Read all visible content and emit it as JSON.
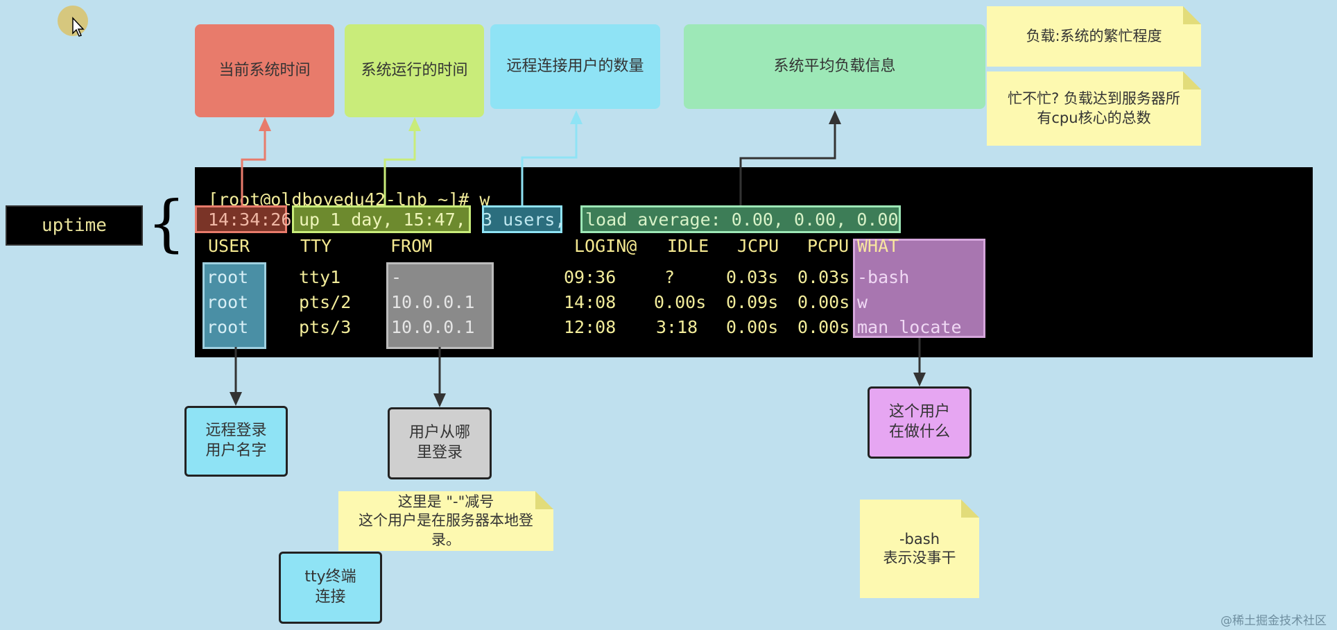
{
  "command_label": "uptime",
  "terminal": {
    "prompt": "[root@oldboyedu42-lnb ~]# w",
    "uptime_line": {
      "time": "14:34:26",
      "up": "up 1 day, 15:47,",
      "users": "3 users,",
      "load": "load average: 0.00, 0.00, 0.00"
    },
    "columns": [
      "USER",
      "TTY",
      "FROM",
      "LOGIN@",
      "IDLE",
      "JCPU",
      "PCPU",
      "WHAT"
    ],
    "rows": [
      {
        "user": "root",
        "tty": "tty1",
        "from": "-",
        "login": "09:36",
        "idle": "?",
        "jcpu": "0.03s",
        "pcpu": "0.03s",
        "what": "-bash"
      },
      {
        "user": "root",
        "tty": "pts/2",
        "from": "10.0.0.1",
        "login": "14:08",
        "idle": "0.00s",
        "jcpu": "0.09s",
        "pcpu": "0.00s",
        "what": "w"
      },
      {
        "user": "root",
        "tty": "pts/3",
        "from": "10.0.0.1",
        "login": "12:08",
        "idle": "3:18",
        "jcpu": "0.00s",
        "pcpu": "0.00s",
        "what": "man locate"
      }
    ]
  },
  "top_labels": {
    "current_time": "当前系统时间",
    "uptime": "系统运行的时间",
    "remote_users": "远程连接用户的数量",
    "load_avg": "系统平均负载信息"
  },
  "notes": {
    "load_meaning": "负载:系统的繁忙程度",
    "load_busy": "忙不忙? 负载达到服务器所\n有cpu核心的总数",
    "dash_meaning": "这里是 \"-\"减号\n这个用户是在服务器本地登\n录。",
    "bash_meaning": "-bash\n表示没事干"
  },
  "bottom_labels": {
    "user_name": "远程登录\n用户名字",
    "from_where": "用户从哪\n里登录",
    "what_doing": "这个用户\n在做什么",
    "tty": "tty终端\n连接"
  },
  "watermark": "@稀土掘金技术社区",
  "colors": {
    "current_time": "#e87b6b",
    "uptime": "#c9ec7a",
    "remote_users": "#8fe3f5",
    "load_avg": "#9de8b7",
    "note": "#fdf9b0",
    "user_col": "#4a8fa5",
    "from_col": "#8a8a8a",
    "what_col": "#a876b0",
    "background": "#bfe0ee"
  }
}
